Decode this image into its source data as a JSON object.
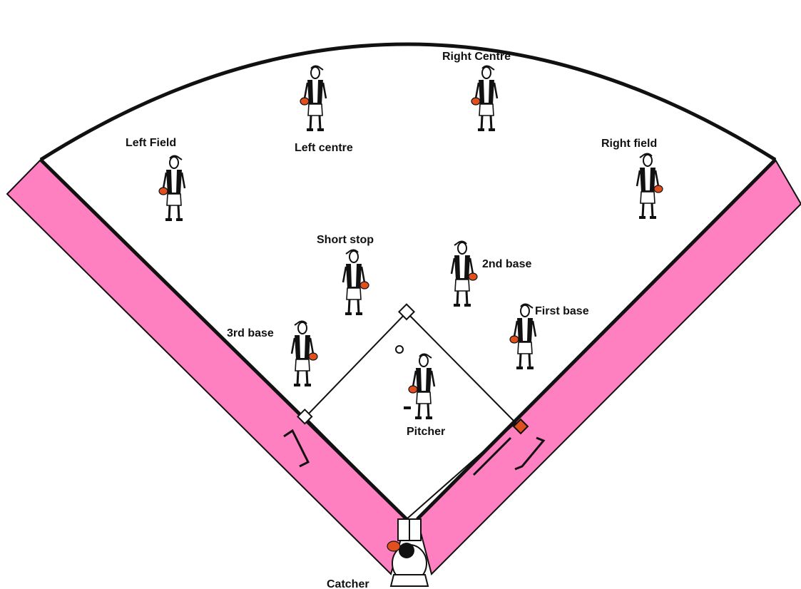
{
  "positions": {
    "left_field": "Left Field",
    "left_centre": "Left centre",
    "right_centre": "Right Centre",
    "right_field": "Right field",
    "short_stop": "Short stop",
    "second_base": "2nd base",
    "first_base": "First base",
    "third_base": "3rd base",
    "pitcher": "Pitcher",
    "catcher": "Catcher"
  },
  "colors": {
    "foul_band": "#ff80c0",
    "outline": "#111111",
    "glove": "#e0501e",
    "first_base_bag": "#e0501e",
    "background": "#ffffff"
  }
}
